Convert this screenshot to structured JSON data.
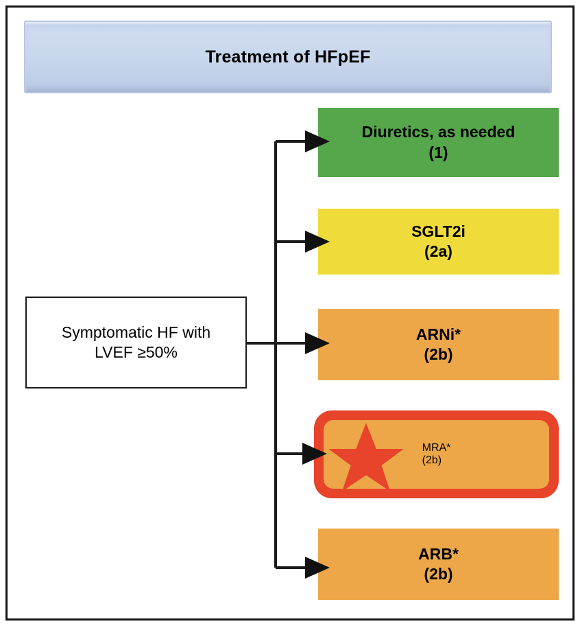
{
  "diagram": {
    "title": "Treatment of HFpEF",
    "root": {
      "line1": "Symptomatic HF with",
      "line2": "LVEF ≥50%"
    },
    "branches": [
      {
        "name": "Diuretics, as needed",
        "cor": "(1)",
        "color": "#56a64b"
      },
      {
        "name": "SGLT2i",
        "cor": "(2a)",
        "color": "#efdb3a"
      },
      {
        "name": "ARNi*",
        "cor": "(2b)",
        "color": "#eda748"
      },
      {
        "name": "MRA*",
        "cor": "(2b)",
        "color": "#eda748"
      },
      {
        "name": "ARB*",
        "cor": "(2b)",
        "color": "#eda748"
      }
    ],
    "colors": {
      "title_banner": "#c9d7ec",
      "green": "#56a64b",
      "yellow": "#efdb3a",
      "orange": "#eda748",
      "highlight_red": "#e8432b",
      "star_red": "#e8432b",
      "frame": "#141414",
      "connector": "#1b1b1b"
    }
  }
}
